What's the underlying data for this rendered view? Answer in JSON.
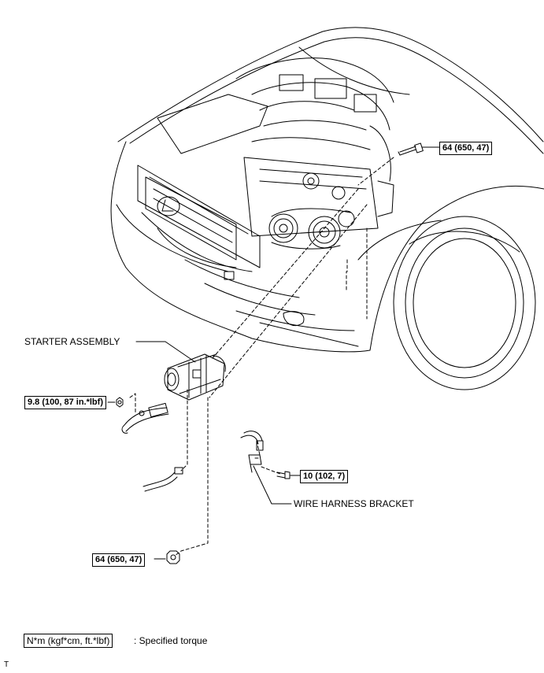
{
  "callouts": {
    "starter_assembly": "STARTER ASSEMBLY",
    "wire_harness_bracket": "WIRE HARNESS BRACKET"
  },
  "torques": {
    "starter_bolt_top": "64 (650, 47)",
    "terminal_nut": "9.8 (100, 87 in.*lbf)",
    "bracket_bolt": "10 (102, 7)",
    "starter_bolt_bottom": "64 (650, 47)"
  },
  "legend": {
    "unit_box": "N*m (kgf*cm, ft.*lbf)",
    "description": ": Specified torque"
  },
  "figure_mark": "T"
}
